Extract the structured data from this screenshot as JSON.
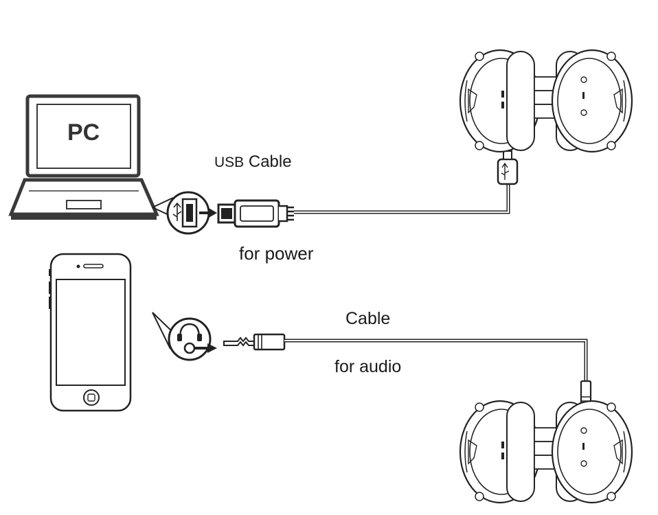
{
  "labels": {
    "pc": "PC",
    "usb_cable_prefix": "USB",
    "usb_cable_word": "Cable",
    "for_power": "for power",
    "audio_cable": "Cable",
    "for_audio": "for audio"
  },
  "icons": {
    "laptop": "laptop-icon",
    "usb_port": "usb-port-icon",
    "usb_plug": "usb-plug-icon",
    "micro_usb_plug": "micro-usb-plug-icon",
    "phone": "smartphone-icon",
    "headphone_jack": "headphone-jack-icon",
    "audio_plug": "audio-jack-plug-icon",
    "headphones": "headphones-icon"
  },
  "colors": {
    "line": "#222222",
    "arrow": "#444444"
  }
}
